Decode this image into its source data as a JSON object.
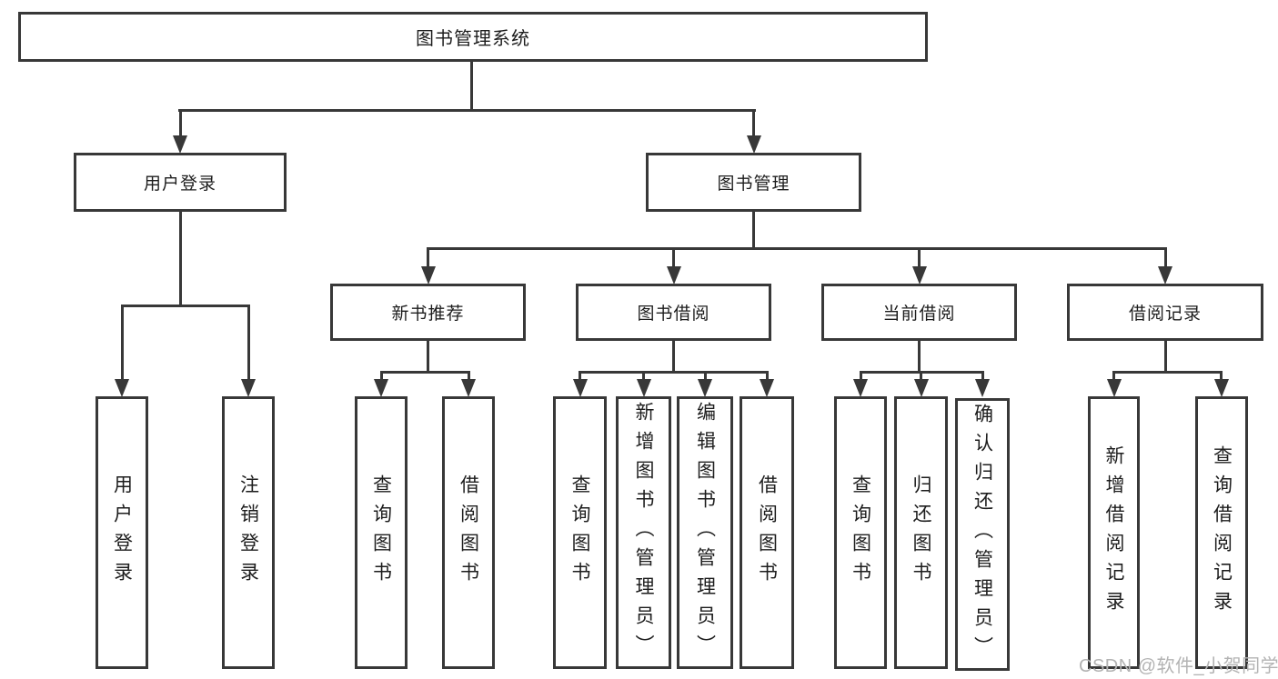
{
  "colors": {
    "line": "#383838",
    "text": "#1d1d1d",
    "watermark": "#b3b3b3",
    "background": "#ffffff"
  },
  "watermark": {
    "text": "CSDN @软件_小贺同学"
  },
  "tree": {
    "root": {
      "label": "图书管理系统",
      "children": [
        {
          "label": "用户登录",
          "children": [
            {
              "label": "用户登录"
            },
            {
              "label": "注销登录"
            }
          ]
        },
        {
          "label": "图书管理",
          "children": [
            {
              "label": "新书推荐",
              "children": [
                {
                  "label": "查询图书"
                },
                {
                  "label": "借阅图书"
                }
              ]
            },
            {
              "label": "图书借阅",
              "children": [
                {
                  "label": "查询图书"
                },
                {
                  "label": "新增图书（管理员）"
                },
                {
                  "label": "编辑图书（管理员）"
                },
                {
                  "label": "借阅图书"
                }
              ]
            },
            {
              "label": "当前借阅",
              "children": [
                {
                  "label": "查询图书"
                },
                {
                  "label": "归还图书"
                },
                {
                  "label": "确认归还（管理员）"
                }
              ]
            },
            {
              "label": "借阅记录",
              "children": [
                {
                  "label": "新增借阅记录"
                },
                {
                  "label": "查询借阅记录"
                }
              ]
            }
          ]
        }
      ]
    }
  }
}
